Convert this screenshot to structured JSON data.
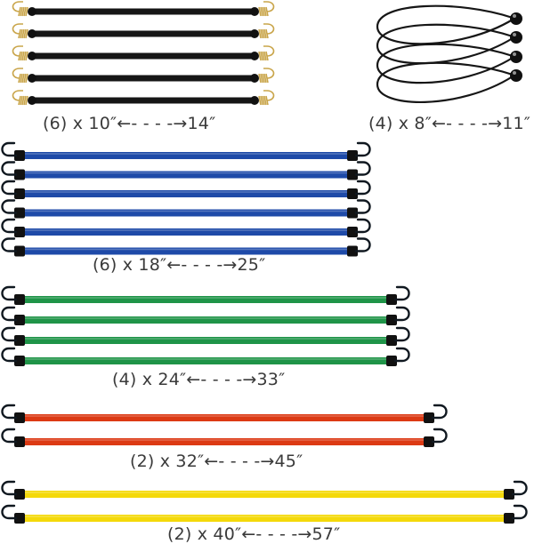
{
  "groups": [
    {
      "id": "black-hook",
      "label": "(6)  x  10″←- - - -→14″",
      "count": 6,
      "strap_color": "#161616",
      "hook_color": "#c9a54a",
      "style": "brass-spring-hook"
    },
    {
      "id": "ball",
      "label": "(4) x 8″←- - - -→11″",
      "count": 4,
      "strap_color": "#161616",
      "ball_color": "#101010",
      "style": "ball-loop"
    },
    {
      "id": "blue",
      "label": "(6)  x  18″←- - - -→25″",
      "count": 6,
      "strap_color": "#1e4aa8",
      "hook_color": "#101820",
      "style": "wire-hook"
    },
    {
      "id": "green",
      "label": "(4)  x  24″←- - - -→33″",
      "count": 4,
      "strap_color": "#1f9448",
      "hook_color": "#101820",
      "style": "wire-hook"
    },
    {
      "id": "red",
      "label": "(2)  x  32″←- - - -→45″",
      "count": 2,
      "strap_color": "#dc3a14",
      "hook_color": "#101820",
      "style": "wire-hook"
    },
    {
      "id": "yellow",
      "label": "(2)  x  40″←- - - -→57″",
      "count": 2,
      "strap_color": "#f4d90a",
      "hook_color": "#101820",
      "style": "wire-hook"
    }
  ]
}
